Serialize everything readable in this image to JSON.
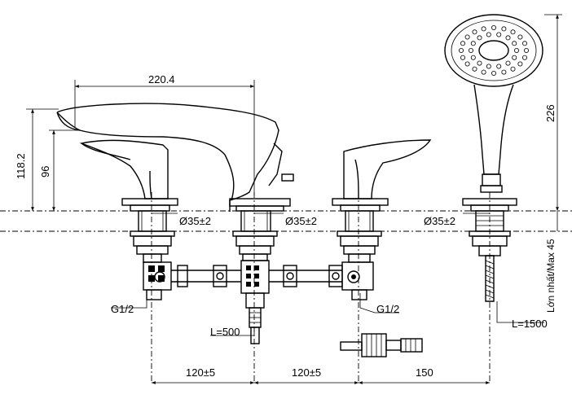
{
  "dimensions": {
    "spout_reach": "220.4",
    "overall_height": "118.2",
    "spout_height": "96",
    "shower_height": "226",
    "hole_diameter": "Ø35±2",
    "thread_left": "G1/2",
    "thread_right": "G1/2",
    "hose_supply": "L=500",
    "hose_shower": "L=1500",
    "spacing_left": "120±5",
    "spacing_mid": "120±5",
    "spacing_right": "150",
    "deck_thickness_max": "Lớn nhất/Max 45"
  },
  "colors": {
    "line": "#000000",
    "background": "#ffffff"
  }
}
